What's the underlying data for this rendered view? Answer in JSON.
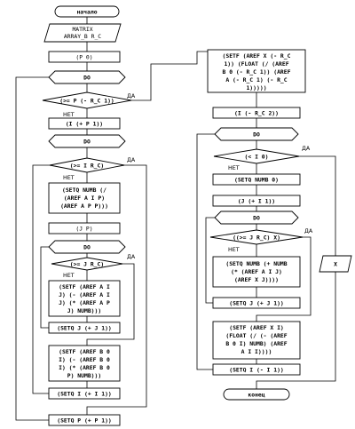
{
  "blocks": {
    "start": "начало",
    "input_matrix": [
      "MATRIX",
      "ARRAY_B R_C"
    ],
    "p0": "(P 0)",
    "do_outer": "DO",
    "cond_p": "(>= P (- R_C 1))",
    "inc_i_p": "(I (+ P 1))",
    "do_i": "DO",
    "cond_i": "(>= I R_C)",
    "setq_numb": [
      "(SETQ NUMB (/",
      "(AREF A I P)",
      "(AREF A P P)))"
    ],
    "jp": "(J P)",
    "do_j": "DO",
    "cond_j": "(>= J R_C)",
    "setf_aij": [
      "(SETF (AREF A I",
      "J) (- (AREF A I",
      "J) (* (AREF A P",
      "J) NUMB)))"
    ],
    "setq_j": "(SETQ J (+ J 1))",
    "setf_bi": [
      "(SETF (AREF B 0",
      "I) (- (AREF B 0",
      "I) (* (AREF B 0",
      "P) NUMB)))"
    ],
    "setq_i": "(SETQ I (+ I 1))",
    "setq_p": "(SETQ P (+ P 1))",
    "setf_x_last": [
      "(SETF (AREF X (- R_C",
      "1)) (FLOAT (/ (AREF",
      "B 0 (- R_C 1)) (AREF",
      "A (- R_C 1) (- R_C",
      "1)))))"
    ],
    "i_rc2": "(I (- R_C 2))",
    "do_back": "DO",
    "cond_i0": "(< I 0)",
    "setq_numb0": "(SETQ NUMB 0)",
    "j_i1": "(J (+ I 1))",
    "do_back_j": "DO",
    "cond_j_x": "((>= J R_C) X)",
    "setq_numb_sum": [
      "(SETQ NUMB (+ NUMB",
      "(* (AREF A I J)",
      "(AREF X J))))"
    ],
    "setq_j2": "(SETQ J (+ J 1))",
    "setf_xi": [
      "(SETF (AREF X I)",
      "(FLOAT (/ (- (AREF",
      "B 0 I) NUMB) (AREF",
      "A I I))))"
    ],
    "setq_i_dec": "(SETQ I (- I 1))",
    "output_x": "X",
    "end": "конец"
  },
  "labels": {
    "yes": "ДА",
    "no": "НЕТ"
  }
}
